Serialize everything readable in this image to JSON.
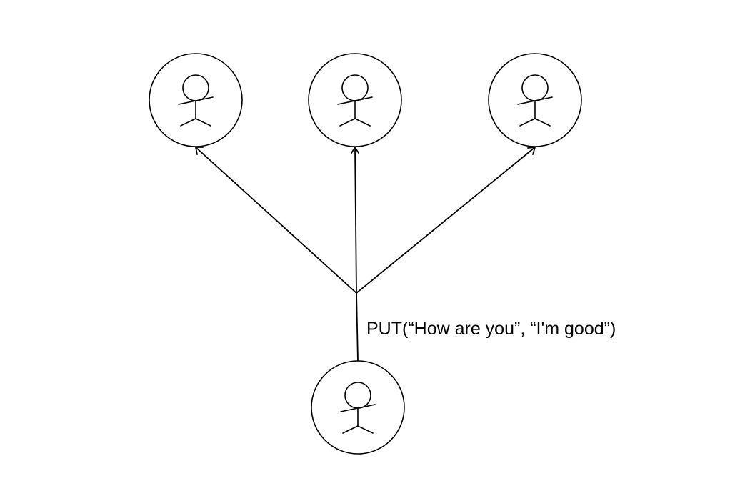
{
  "diagram": {
    "nodes": [
      {
        "id": "receiver-1",
        "role": "receiver",
        "icon": "person-icon"
      },
      {
        "id": "receiver-2",
        "role": "receiver",
        "icon": "person-icon"
      },
      {
        "id": "receiver-3",
        "role": "receiver",
        "icon": "person-icon"
      },
      {
        "id": "sender",
        "role": "sender",
        "icon": "person-icon"
      }
    ],
    "edges": [
      {
        "from": "sender",
        "to": "receiver-1"
      },
      {
        "from": "sender",
        "to": "receiver-2"
      },
      {
        "from": "sender",
        "to": "receiver-3"
      }
    ],
    "message_label": "PUT(“How are you”, “I'm good”)",
    "colors": {
      "stroke": "#000000",
      "background": "#ffffff"
    }
  }
}
